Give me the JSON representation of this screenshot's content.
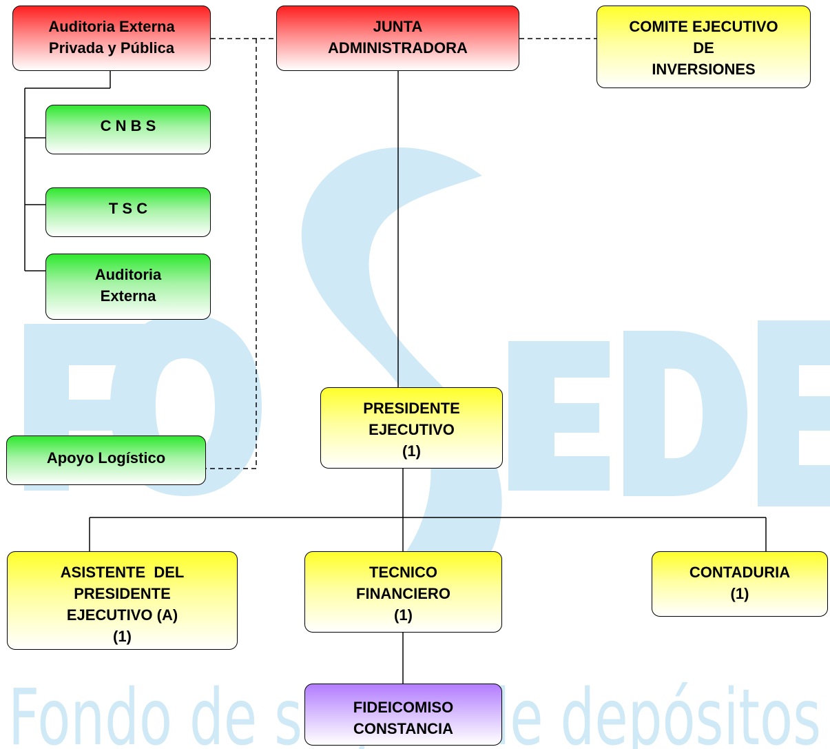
{
  "watermark": {
    "logo_text": "FOSEDE",
    "tagline": "Fondo de seguro de depósitos",
    "color": "#cfe9f6"
  },
  "colors": {
    "red": "#ff1f1f",
    "yellow": "#ffff2a",
    "green": "#2ee82e",
    "purple": "#b27cff",
    "line": "#000000"
  },
  "nodes": {
    "auditoria_externa_privada": {
      "line1": "Auditoria Externa",
      "line2": "Privada y Pública"
    },
    "junta": {
      "line1": "JUNTA",
      "line2": "ADMINISTRADORA"
    },
    "comite": {
      "line1": "COMITE EJECUTIVO",
      "line2": "DE",
      "line3": "INVERSIONES"
    },
    "cnbs": {
      "line1": "C N B S"
    },
    "tsc": {
      "line1": "T S C"
    },
    "auditoria_externa": {
      "line1": "Auditoria",
      "line2": "Externa"
    },
    "apoyo": {
      "line1": "Apoyo Logístico"
    },
    "presidente": {
      "line1": "PRESIDENTE",
      "line2": "EJECUTIVO",
      "line3": "(1)"
    },
    "asistente": {
      "line1": "ASISTENTE  DEL",
      "line2": "PRESIDENTE",
      "line3": "EJECUTIVO (A)",
      "line4": "(1)"
    },
    "tecnico": {
      "line1": "TECNICO",
      "line2": "FINANCIERO",
      "line3": "(1)"
    },
    "contaduria": {
      "line1": "CONTADURIA",
      "line2": "(1)"
    },
    "fideicomiso": {
      "line1": "FIDEICOMISO",
      "line2": "CONSTANCIA"
    }
  }
}
